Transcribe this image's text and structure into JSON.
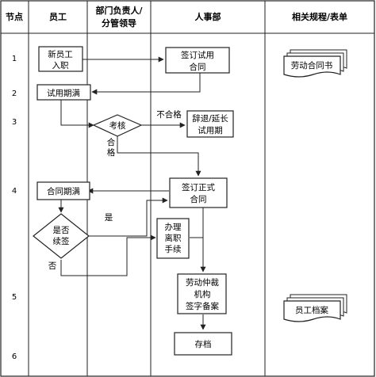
{
  "columns": {
    "node": "节点",
    "employee": "员工",
    "dept_line1": "部门负责人/",
    "dept_line2": "分管领导",
    "hr": "人事部",
    "docs": "相关规程/表单"
  },
  "stages": [
    "1",
    "2",
    "3",
    "4",
    "5",
    "6"
  ],
  "boxes": {
    "new_employee_l1": "新员工",
    "new_employee_l2": "入职",
    "sign_trial_l1": "签订试用",
    "sign_trial_l2": "合同",
    "trial_expires": "试用期满",
    "dismiss_l1": "辞退/延长",
    "dismiss_l2": "试用期",
    "contract_expires": "合同期满",
    "sign_formal_l1": "签订正式",
    "sign_formal_l2": "合同",
    "resign_l1": "办理",
    "resign_l2": "离职",
    "resign_l3": "手续",
    "arbitration_l1": "劳动仲裁",
    "arbitration_l2": "机构",
    "arbitration_l3": "签字备案",
    "archive": "存档"
  },
  "decisions": {
    "assessment": "考核",
    "renew_l1": "是否",
    "renew_l2": "续签"
  },
  "labels": {
    "fail": "不合格",
    "pass_l1": "合",
    "pass_l2": "格",
    "yes": "是",
    "no": "否"
  },
  "documents": {
    "labor_contract": "劳动合同书",
    "employee_file": "员工档案"
  },
  "colors": {
    "line": "#222222",
    "fill": "#ffffff",
    "background": "#ffffff"
  }
}
